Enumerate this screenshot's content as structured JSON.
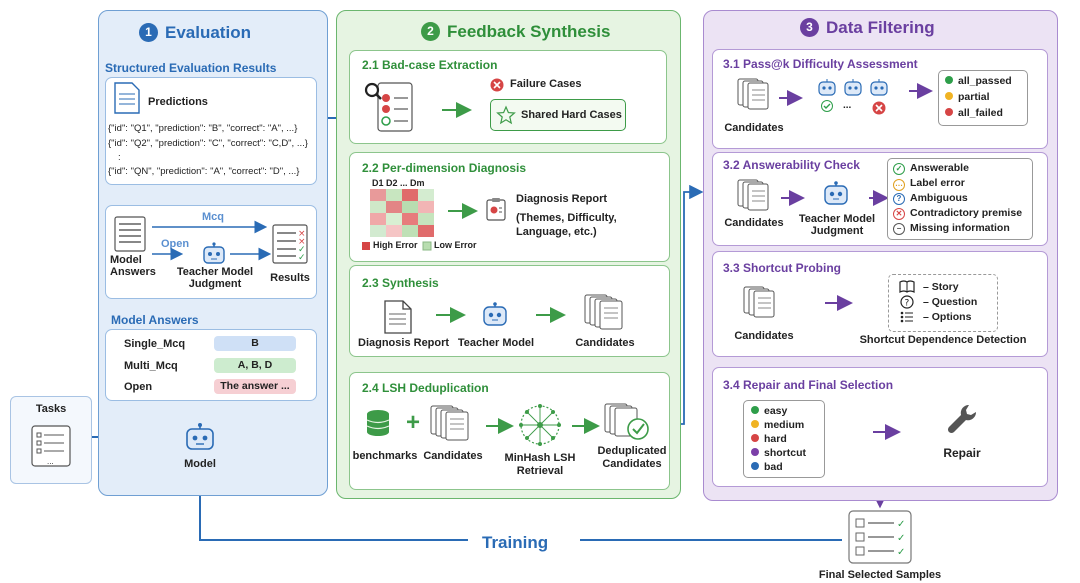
{
  "evaluation": {
    "number": "1",
    "title": "Evaluation",
    "structured_title": "Structured Evaluation Results",
    "predictions_label": "Predictions",
    "lines": [
      "{\"id\": \"Q1\", \"prediction\": \"B\", \"correct\": \"A\", ...}",
      "{\"id\": \"Q2\", \"prediction\": \"C\", \"correct\": \"C,D\", ...}",
      ":",
      "{\"id\": \"QN\", \"prediction\": \"A\", \"correct\": \"D\", ...}"
    ],
    "mcq_label": "Mcq",
    "open_label": "Open",
    "model_answers_box": "Model\nAnswers",
    "teacher_label": "Teacher Model\nJudgment",
    "results_label": "Results",
    "model_answers_title": "Model Answers",
    "answer_rows": [
      {
        "type": "Single_Mcq",
        "value": "B"
      },
      {
        "type": "Multi_Mcq",
        "value": "A,  B,  D"
      },
      {
        "type": "Open",
        "value": "The answer ..."
      }
    ],
    "model_label": "Model"
  },
  "tasks": {
    "label": "Tasks",
    "ellipsis": "..."
  },
  "feedback": {
    "number": "2",
    "title": "Feedback Synthesis",
    "s21": {
      "title": "2.1 Bad-case Extraction",
      "failure": "Failure Cases",
      "shared": "Shared Hard Cases"
    },
    "s22": {
      "title": "2.2 Per-dimension Diagnosis",
      "dims": "D1  D2   ...   Dm",
      "high": "High Error",
      "low": "Low Error",
      "report": "Diagnosis Report",
      "report_detail": "(Themes, Difficulty,\nLanguage, etc.)"
    },
    "s23": {
      "title": "2.3 Synthesis",
      "report": "Diagnosis Report",
      "teacher": "Teacher Model",
      "candidates": "Candidates"
    },
    "s24": {
      "title": "2.4 LSH Deduplication",
      "benchmarks": "benchmarks",
      "candidates": "Candidates",
      "minhash": "MinHash LSH\nRetrieval",
      "dedup": "Deduplicated\nCandidates"
    }
  },
  "filtering": {
    "number": "3",
    "title": "Data Filtering",
    "s31": {
      "title": "3.1 Pass@k Difficulty Assessment",
      "candidates": "Candidates",
      "ellipsis": "...",
      "legend": [
        {
          "label": "all_passed",
          "color": "#2e9e4a"
        },
        {
          "label": "partial",
          "color": "#f0b323"
        },
        {
          "label": "all_failed",
          "color": "#d64545"
        }
      ]
    },
    "s32": {
      "title": "3.2 Answerability Check",
      "candidates": "Candidates",
      "teacher": "Teacher Model\nJudgment",
      "items": [
        {
          "icon": "✓",
          "label": "Answerable",
          "color": "#2e9e4a"
        },
        {
          "icon": "…",
          "label": "Label error",
          "color": "#e0a020"
        },
        {
          "icon": "?",
          "label": "Ambiguous",
          "color": "#2a6bb5"
        },
        {
          "icon": "✕",
          "label": "Contradictory premise",
          "color": "#d64545"
        },
        {
          "icon": "−",
          "label": "Missing information",
          "color": "#555555"
        }
      ]
    },
    "s33": {
      "title": "3.3 Shortcut Probing",
      "candidates": "Candidates",
      "items": [
        "– Story",
        "– Question",
        "– Options"
      ],
      "detection": "Shortcut Dependence Detection"
    },
    "s34": {
      "title": "3.4 Repair and Final Selection",
      "legend": [
        {
          "label": "easy",
          "color": "#2e9e4a"
        },
        {
          "label": "medium",
          "color": "#f0b323"
        },
        {
          "label": "hard",
          "color": "#d64545"
        },
        {
          "label": "shortcut",
          "color": "#7b3fa8"
        },
        {
          "label": "bad",
          "color": "#2a6bb5"
        }
      ],
      "repair": "Repair"
    }
  },
  "training": {
    "label": "Training"
  },
  "final": {
    "label": "Final Selected Samples"
  }
}
